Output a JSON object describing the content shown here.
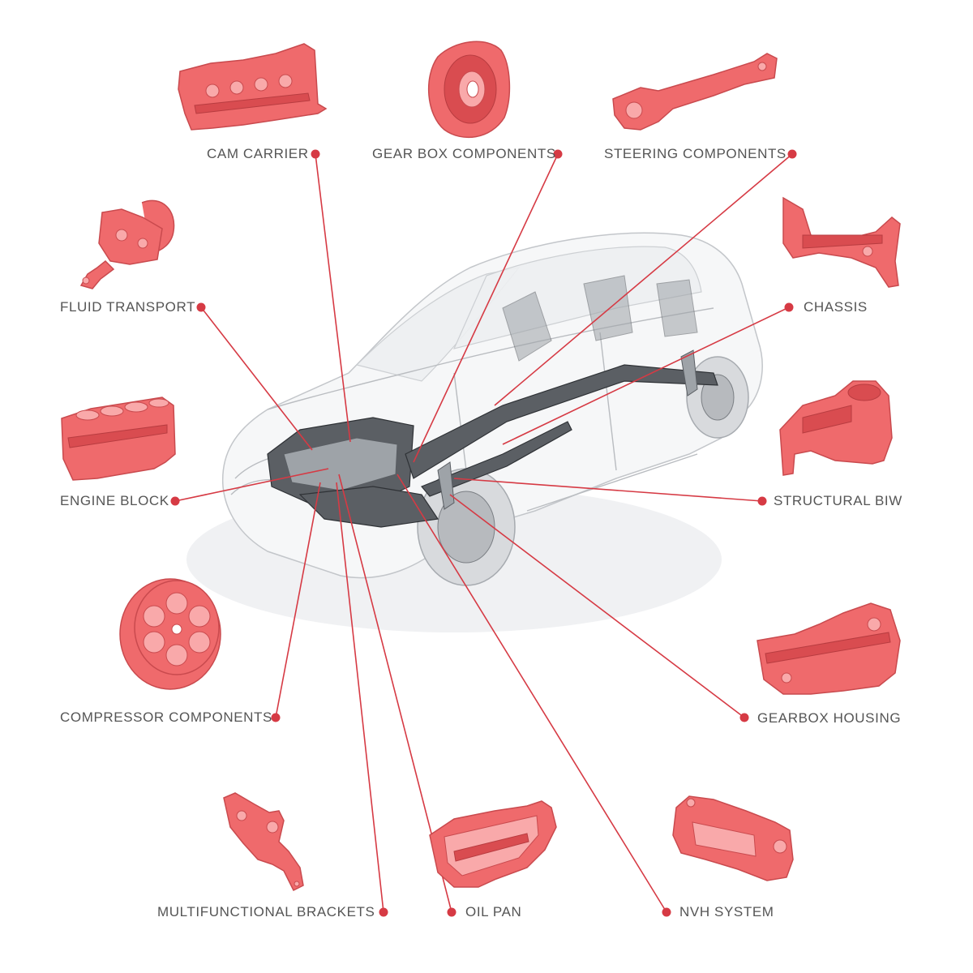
{
  "labels": {
    "cam_carrier": "CAM CARRIER",
    "gear_box_components": "GEAR BOX COMPONENTS",
    "steering_components": "STEERING COMPONENTS",
    "fluid_transport": "FLUID TRANSPORT",
    "chassis": "CHASSIS",
    "engine_block": "ENGINE BLOCK",
    "structural_biw": "STRUCTURAL BIW",
    "compressor_components": "COMPRESSOR COMPONENTS",
    "gearbox_housing": "GEARBOX HOUSING",
    "multifunctional_brackets": "MULTIFUNCTIONAL BRACKETS",
    "oil_pan": "OIL PAN",
    "nvh_system": "NVH SYSTEM"
  },
  "colors": {
    "accent": "#d63a44",
    "part_fill": "#ef6a6c",
    "label_text": "#555555"
  },
  "icons": [
    "cam-carrier-part-icon",
    "gear-box-part-icon",
    "steering-part-icon",
    "fluid-transport-part-icon",
    "chassis-part-icon",
    "engine-block-part-icon",
    "structural-biw-part-icon",
    "compressor-part-icon",
    "gearbox-housing-part-icon",
    "bracket-part-icon",
    "oil-pan-part-icon",
    "nvh-part-icon",
    "car-cutaway-image"
  ]
}
